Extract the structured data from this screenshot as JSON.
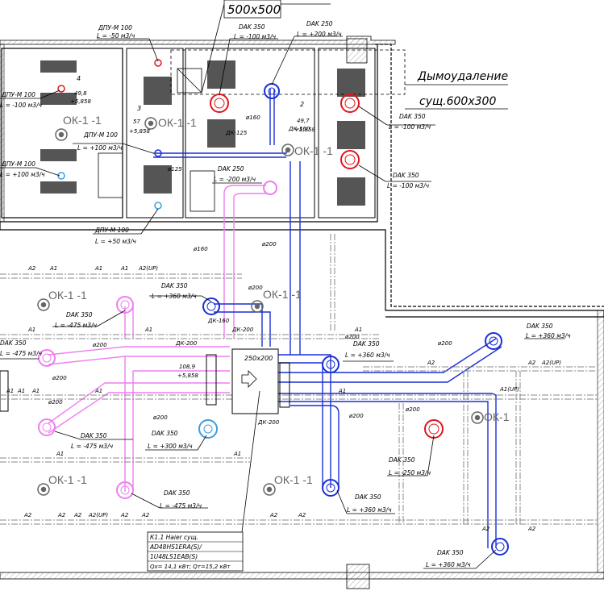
{
  "title_box": "500x500",
  "smoke_title": "Дымоудаление",
  "smoke_size": "сущ.600x300",
  "ok_label": "ОК-1 -1",
  "ok_label_short": "ОК-1",
  "labels": {
    "dpu1": "ДПУ-М 100",
    "dpu1_flow": "L = -50 м3/ч",
    "dpu2": "ДПУ-М 100",
    "dpu2_flow": "L = -100 м3/ч",
    "dpu3": "ДПУ-М 100",
    "dpu3_flow": "L = +100 м3/ч",
    "dpu4": "ДПУ-М 100",
    "dpu4_flow": "L = +100 м3/ч",
    "dpu5": "ДПУ-М 100",
    "dpu5_flow": "L = +50 м3/ч",
    "dak350_a": "DAK 350",
    "dak350_a_flow": "L = -100 м3/ч",
    "dak250_a": "DAK 250",
    "dak250_a_flow": "L = +200 м3/ч",
    "dak350_b": "DAK 350",
    "dak350_b_flow": "L = -100 м3/ч",
    "dak350_c": "DAK 350",
    "dak350_c_flow": "L = -100 м3/ч",
    "dak250_b": "DAK 250",
    "dak250_b_flow": "L = -200 м3/ч",
    "dk125": "ДК-125",
    "dk160a": "ДК-160",
    "dk160b": "ДК-160",
    "dk200a": "ДК-200",
    "dk200b": "ДК-200",
    "dk200c": "ДК-200",
    "d160a": "ø160",
    "d160b": "ø160",
    "d125": "ø125",
    "d200a": "ø200",
    "d200b": "ø200",
    "d200c": "ø200",
    "d200d": "ø200",
    "d200e": "ø200",
    "d200f": "ø200",
    "d200g": "ø200",
    "d200h": "ø200",
    "d200i": "ø200",
    "dak350_d": "DAK 350",
    "dak350_d_flow": "L = +360 м3/ч",
    "dak350_e": "DAK 350",
    "dak350_e_flow": "L = -475 м3/ч",
    "dak350_f": "DAK 350",
    "dak350_f_flow": "L = -475 м3/ч",
    "dak350_g": "DAK 350",
    "dak350_g_flow": "L = -475 м3/ч",
    "dak350_h": "DAK 350",
    "dak350_h_flow": "L = -475 м3/ч",
    "dak350_i": "DAK 350",
    "dak350_i_flow": "L = +300 м3/ч",
    "dak350_j": "DAK 350",
    "dak350_j_flow": "L = +360 м3/ч",
    "dak350_k": "DAK 350",
    "dak350_k_flow": "L = +360 м3/ч",
    "dak350_l": "DAK 350",
    "dak350_l_flow": "L = -250 м3/ч",
    "dak350_m": "DAK 350",
    "dak350_m_flow": "L = +360 м3/ч",
    "dak350_n": "DAK 350",
    "dak350_n_flow": "L = +360 м3/ч",
    "duct250": "250x200",
    "lev1": "+5,858",
    "lev2": "+5,858",
    "lev3": "+5,858",
    "lev4": "+5,858",
    "num1": "4",
    "num2": "3",
    "num3": "2",
    "num4": "57",
    "num5": "49,7",
    "num6": "108,9",
    "num7": "49,8",
    "a1": "A1",
    "a2": "A2",
    "a2up": "A2(UP)",
    "a1up": "A1(UP)"
  },
  "unit_box": {
    "line1": "К1.1 Haier сущ.",
    "line2": "AD48HS1ERA(S)/",
    "line3": "1U48LS1EAB(S)",
    "line4": "Qх= 14,1 кВт;  Qт=15,2 кВт"
  },
  "colors": {
    "blue": "#1a2fd6",
    "pink": "#ee7ef0",
    "red": "#e0141c",
    "grey": "#555555",
    "light_blue": "#3c9de0"
  }
}
